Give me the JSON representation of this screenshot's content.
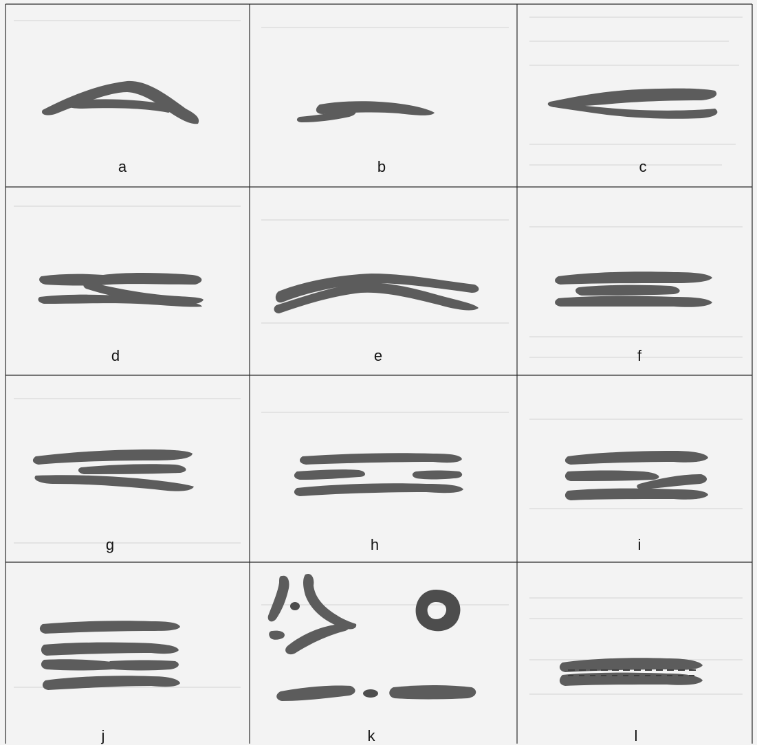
{
  "figure": {
    "panels": [
      {
        "label": "a",
        "shape": "fork-loop"
      },
      {
        "label": "b",
        "shape": "bifurcation"
      },
      {
        "label": "c",
        "shape": "split-merge"
      },
      {
        "label": "d",
        "shape": "crossing-strands"
      },
      {
        "label": "e",
        "shape": "x-junction"
      },
      {
        "label": "f",
        "shape": "enclosed-island"
      },
      {
        "label": "g",
        "shape": "ridge-ending"
      },
      {
        "label": "h",
        "shape": "short-ridges"
      },
      {
        "label": "i",
        "shape": "offset-ridges"
      },
      {
        "label": "j",
        "shape": "multiple-endings"
      },
      {
        "label": "k",
        "shape": "dots-and-circle"
      },
      {
        "label": "l",
        "shape": "dashed-center"
      }
    ]
  }
}
